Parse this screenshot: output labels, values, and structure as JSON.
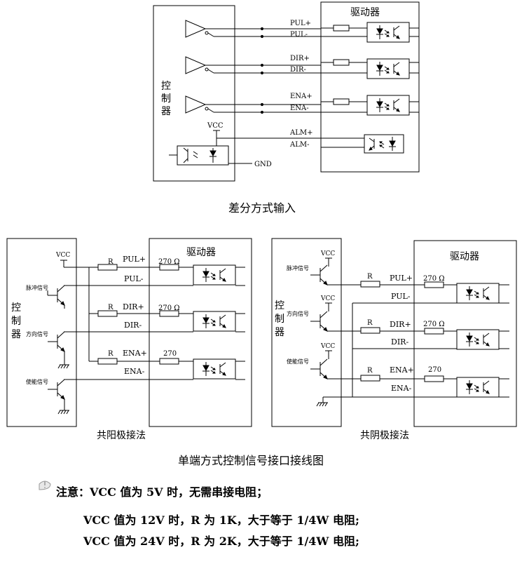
{
  "top": {
    "controller_label": [
      "控",
      "制",
      "器"
    ],
    "driver_label": "驱动器",
    "signals": [
      "PUL+",
      "PUL-",
      "DIR+",
      "DIR-",
      "ENA+",
      "ENA-"
    ],
    "alarm": [
      "ALM+",
      "ALM-"
    ],
    "vcc": "VCC",
    "gnd": "GND",
    "caption": "差分方式输入"
  },
  "bottom": {
    "common_anode": {
      "controller_label": [
        "控",
        "制",
        "器"
      ],
      "driver_label": "驱动器",
      "vcc": "VCC",
      "inputs": [
        "脉冲信号",
        "方向信号",
        "使能信号"
      ],
      "resistor": "R",
      "channels": [
        {
          "plus": "PUL+",
          "minus": "PUL-",
          "res": "270 Ω"
        },
        {
          "plus": "DIR+",
          "minus": "DIR-",
          "res": "270 Ω"
        },
        {
          "plus": "ENA+",
          "minus": "ENA-",
          "res": "270"
        }
      ],
      "caption": "共阳极接法"
    },
    "common_cathode": {
      "controller_label": [
        "控",
        "制",
        "器"
      ],
      "driver_label": "驱动器",
      "vcc": "VCC",
      "inputs": [
        "脉冲信号",
        "方向信号",
        "使能信号"
      ],
      "resistor": "R",
      "channels": [
        {
          "plus": "PUL+",
          "minus": "PUL-",
          "res": "270 Ω"
        },
        {
          "plus": "DIR+",
          "minus": "DIR-",
          "res": "270 Ω"
        },
        {
          "plus": "ENA+",
          "minus": "ENA-",
          "res": "270"
        }
      ],
      "caption": "共阴极接法"
    },
    "caption": "单端方式控制信号接口接线图"
  },
  "notes": {
    "icon": "info-icon",
    "line1": "注意：VCC 值为 5V 时，无需串接电阻；",
    "line2": "VCC 值为 12V 时，R 为 1K，大于等于 1/4W 电阻;",
    "line3": "VCC 值为 24V 时，R 为 2K，大于等于 1/4W 电阻;"
  }
}
